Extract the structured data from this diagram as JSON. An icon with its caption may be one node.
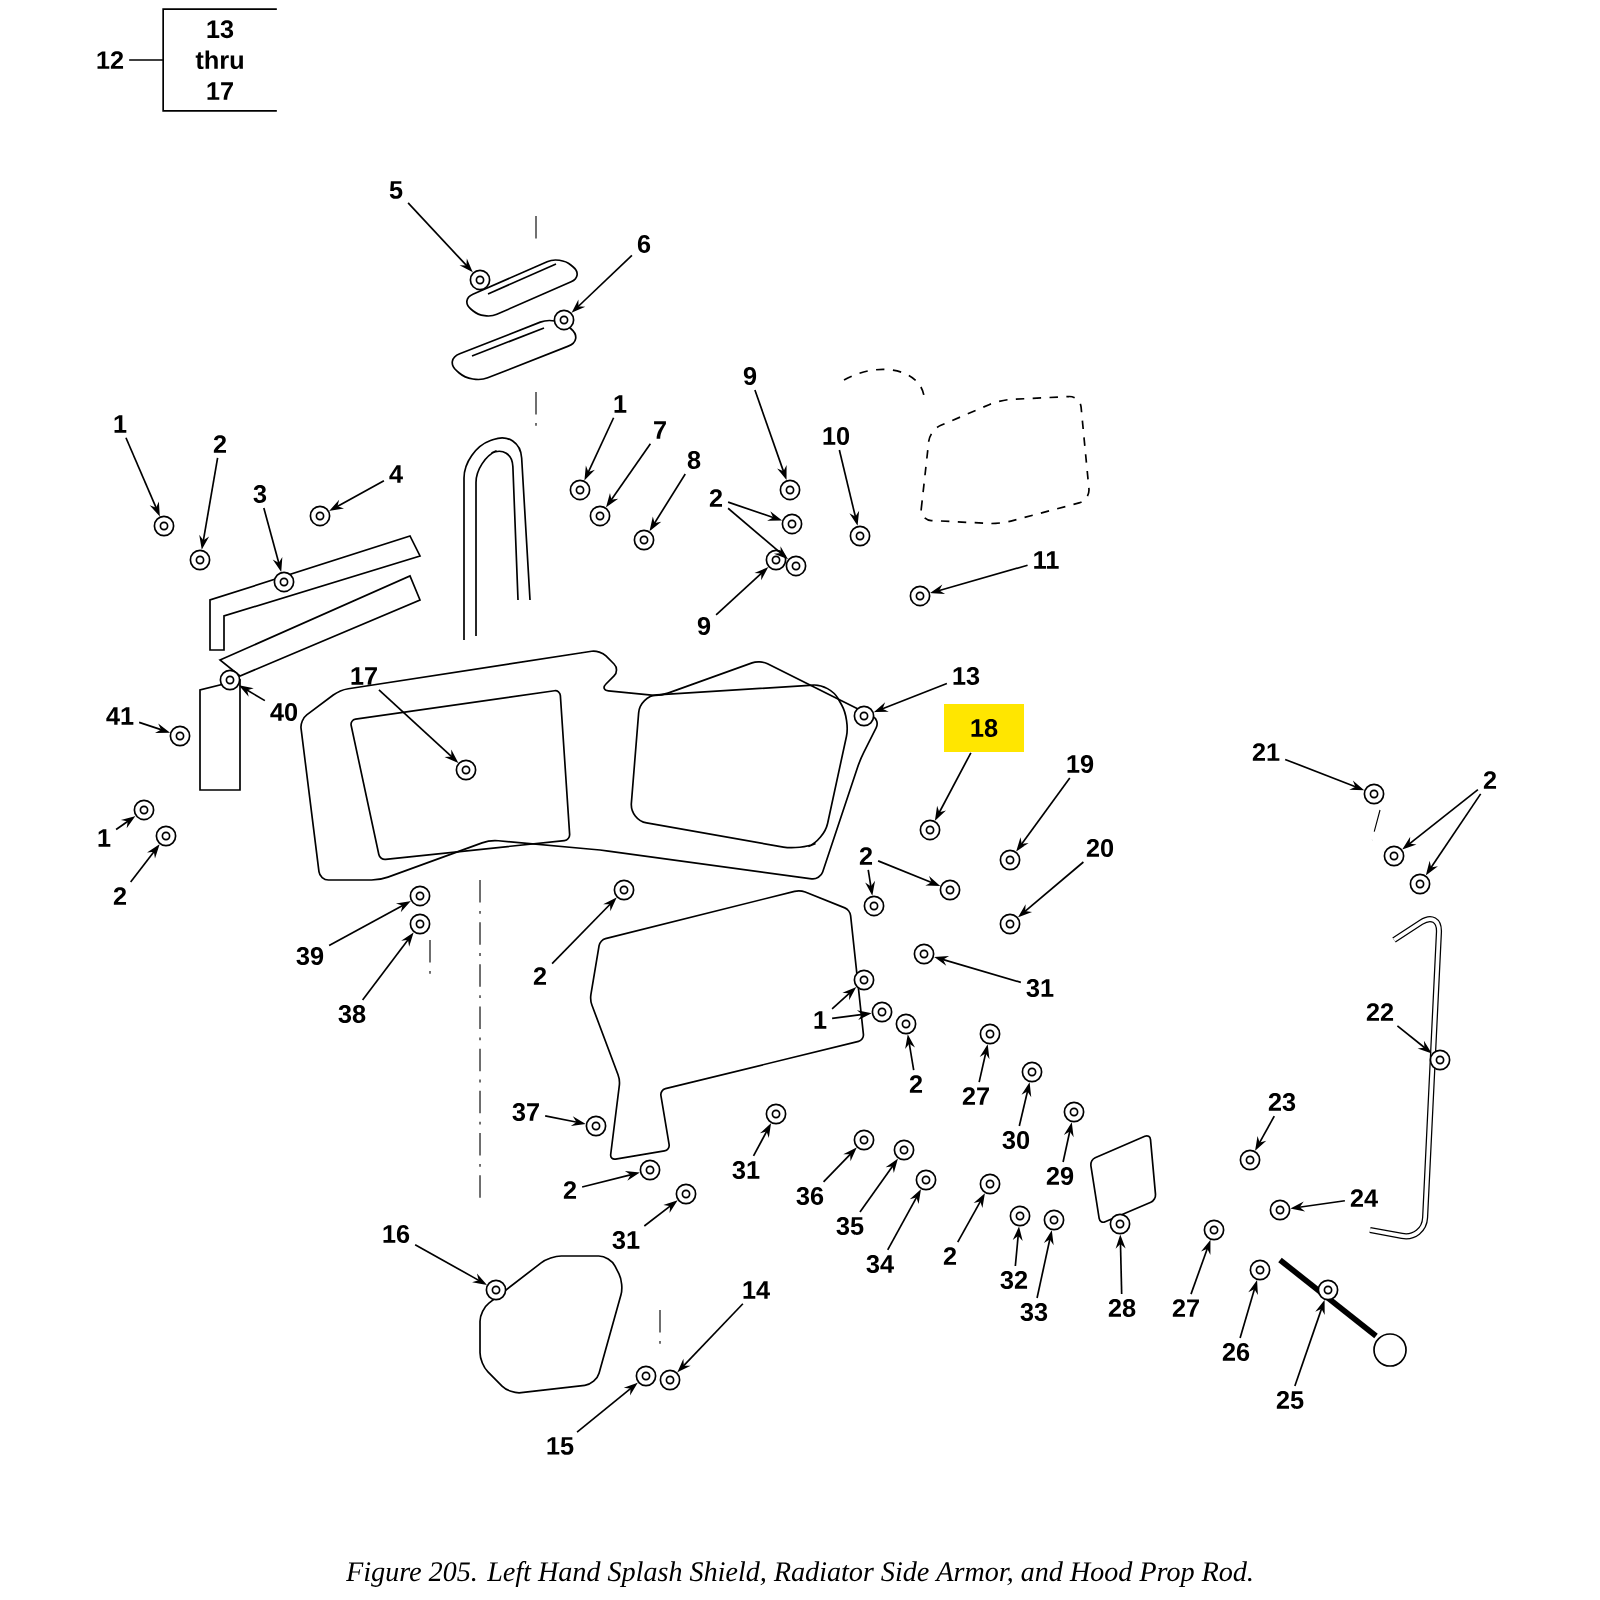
{
  "diagram": {
    "caption": "Figure 205.  Left Hand Splash Shield, Radiator Side Armor, and Hood Prop Rod.",
    "nodes": [
      {
        "text": [
          "12"
        ]
      },
      {
        "text": [
          "13 thru 17"
        ]
      },
      {
        "text": [
          "5"
        ]
      },
      {
        "text": [
          "6"
        ]
      },
      {
        "text": [
          "1"
        ]
      },
      {
        "text": [
          "2"
        ]
      },
      {
        "text": [
          "3"
        ]
      },
      {
        "text": [
          "4"
        ]
      },
      {
        "text": [
          "1"
        ]
      },
      {
        "text": [
          "7"
        ]
      },
      {
        "text": [
          "8"
        ]
      },
      {
        "text": [
          "9"
        ]
      },
      {
        "text": [
          "10"
        ]
      },
      {
        "text": [
          "2"
        ]
      },
      {
        "text": [
          "9"
        ]
      },
      {
        "text": [
          "11"
        ]
      },
      {
        "text": [
          "13"
        ]
      },
      {
        "text": [
          "17"
        ]
      },
      {
        "text": [
          "41"
        ]
      },
      {
        "text": [
          "40"
        ]
      },
      {
        "text": [
          "1"
        ]
      },
      {
        "text": [
          "2"
        ]
      },
      {
        "text": [
          "39"
        ]
      },
      {
        "text": [
          "38"
        ]
      },
      {
        "text": [
          "18"
        ]
      },
      {
        "text": [
          "19"
        ]
      },
      {
        "text": [
          "20"
        ]
      },
      {
        "text": [
          "2"
        ]
      },
      {
        "text": [
          "31"
        ]
      },
      {
        "text": [
          "2"
        ]
      },
      {
        "text": [
          "1"
        ]
      },
      {
        "text": [
          "2"
        ]
      },
      {
        "text": [
          "27"
        ]
      },
      {
        "text": [
          "30"
        ]
      },
      {
        "text": [
          "29"
        ]
      },
      {
        "text": [
          "37"
        ]
      },
      {
        "text": [
          "2"
        ]
      },
      {
        "text": [
          "31"
        ]
      },
      {
        "text": [
          "31"
        ]
      },
      {
        "text": [
          "36"
        ]
      },
      {
        "text": [
          "35"
        ]
      },
      {
        "text": [
          "34"
        ]
      },
      {
        "text": [
          "2"
        ]
      },
      {
        "text": [
          "32"
        ]
      },
      {
        "text": [
          "33"
        ]
      },
      {
        "text": [
          "28"
        ]
      },
      {
        "text": [
          "27"
        ]
      },
      {
        "text": [
          "23"
        ]
      },
      {
        "text": [
          "24"
        ]
      },
      {
        "text": [
          "26"
        ]
      },
      {
        "text": [
          "25"
        ]
      },
      {
        "text": [
          "22"
        ]
      },
      {
        "text": [
          "21"
        ]
      },
      {
        "text": [
          "2"
        ]
      },
      {
        "text": [
          "16"
        ]
      },
      {
        "text": [
          "14"
        ]
      },
      {
        "text": [
          "15"
        ]
      },
      {
        "text": [],
        "shape": "circle"
      },
      {
        "text": [],
        "shape": "circle"
      },
      {
        "text": [],
        "shape": "circle"
      },
      {
        "text": [],
        "shape": "circle"
      },
      {
        "text": [],
        "shape": "circle"
      },
      {
        "text": [],
        "shape": "circle"
      },
      {
        "text": [],
        "shape": "circle"
      },
      {
        "text": [],
        "shape": "circle"
      },
      {
        "text": [],
        "shape": "circle"
      },
      {
        "text": [],
        "shape": "circle"
      },
      {
        "text": [],
        "shape": "circle"
      },
      {
        "text": [],
        "shape": "circle"
      },
      {
        "text": [],
        "shape": "circle"
      },
      {
        "text": [],
        "shape": "circle"
      },
      {
        "text": [],
        "shape": "circle"
      },
      {
        "text": [],
        "shape": "circle"
      },
      {
        "text": [],
        "shape": "circle"
      },
      {
        "text": [],
        "shape": "circle"
      },
      {
        "text": [],
        "shape": "circle"
      },
      {
        "text": [],
        "shape": "circle"
      },
      {
        "text": [],
        "shape": "circle"
      },
      {
        "text": [],
        "shape": "circle"
      },
      {
        "text": [],
        "shape": "circle"
      },
      {
        "text": [],
        "shape": "circle"
      },
      {
        "text": [],
        "shape": "circle"
      },
      {
        "text": [],
        "shape": "circle"
      },
      {
        "text": [],
        "shape": "circle"
      },
      {
        "text": [],
        "shape": "circle"
      },
      {
        "text": [],
        "shape": "circle"
      },
      {
        "text": [],
        "shape": "circle"
      },
      {
        "text": [],
        "shape": "circle"
      },
      {
        "text": [],
        "shape": "circle"
      },
      {
        "text": [],
        "shape": "circle"
      },
      {
        "text": [],
        "shape": "circle"
      },
      {
        "text": [],
        "shape": "circle"
      },
      {
        "text": [],
        "shape": "circle"
      },
      {
        "text": [],
        "shape": "circle"
      },
      {
        "text": [],
        "shape": "circle"
      },
      {
        "text": [],
        "shape": "circle"
      },
      {
        "text": [],
        "shape": "circle"
      },
      {
        "text": [],
        "shape": "circle"
      },
      {
        "text": [],
        "shape": "circle"
      },
      {
        "text": [],
        "shape": "circle"
      },
      {
        "text": [],
        "shape": "circle"
      },
      {
        "text": [],
        "shape": "circle"
      },
      {
        "text": [],
        "shape": "circle"
      },
      {
        "text": [],
        "shape": "circle"
      },
      {
        "text": [],
        "shape": "circle"
      },
      {
        "text": [],
        "shape": "circle"
      },
      {
        "text": [],
        "shape": "circle"
      },
      {
        "text": [],
        "shape": "circle"
      },
      {
        "text": [],
        "shape": "circle"
      },
      {
        "text": [],
        "shape": "circle"
      },
      {
        "text": [],
        "shape": "circle"
      },
      {
        "text": [],
        "shape": "circle"
      },
      {
        "text": [],
        "shape": "circle"
      },
      {
        "text": [],
        "shape": "circle"
      },
      {
        "text": [],
        "shape": "circle"
      },
      {
        "text": [],
        "shape": "circle"
      }
    ],
    "edges": [
      {
        "from": 0,
        "to": 1,
        "arrow": "none"
      },
      {
        "from": 2,
        "to": 57,
        "arrow": "to"
      },
      {
        "from": 3,
        "to": 58,
        "arrow": "to"
      },
      {
        "from": 4,
        "to": 59,
        "arrow": "to"
      },
      {
        "from": 5,
        "to": 60,
        "arrow": "to"
      },
      {
        "from": 6,
        "to": 61,
        "arrow": "to"
      },
      {
        "from": 7,
        "to": 62,
        "arrow": "to"
      },
      {
        "from": 8,
        "to": 63,
        "arrow": "to"
      },
      {
        "from": 9,
        "to": 64,
        "arrow": "to"
      },
      {
        "from": 10,
        "to": 65,
        "arrow": "to"
      },
      {
        "from": 11,
        "to": 66,
        "arrow": "to"
      },
      {
        "from": 12,
        "to": 67,
        "arrow": "to"
      },
      {
        "from": 13,
        "to": 68,
        "arrow": "to"
      },
      {
        "from": 13,
        "to": 69,
        "arrow": "to"
      },
      {
        "from": 14,
        "to": 70,
        "arrow": "to"
      },
      {
        "from": 15,
        "to": 71,
        "arrow": "to"
      },
      {
        "from": 16,
        "to": 72,
        "arrow": "to"
      },
      {
        "from": 17,
        "to": 73,
        "arrow": "to"
      },
      {
        "from": 18,
        "to": 74,
        "arrow": "to"
      },
      {
        "from": 19,
        "to": 75,
        "arrow": "to"
      },
      {
        "from": 20,
        "to": 76,
        "arrow": "to"
      },
      {
        "from": 21,
        "to": 77,
        "arrow": "to"
      },
      {
        "from": 22,
        "to": 78,
        "arrow": "to"
      },
      {
        "from": 23,
        "to": 79,
        "arrow": "to"
      },
      {
        "from": 24,
        "to": 80,
        "arrow": "to"
      },
      {
        "from": 25,
        "to": 81,
        "arrow": "to"
      },
      {
        "from": 26,
        "to": 82,
        "arrow": "to"
      },
      {
        "from": 27,
        "to": 83,
        "arrow": "to"
      },
      {
        "from": 27,
        "to": 84,
        "arrow": "to"
      },
      {
        "from": 28,
        "to": 85,
        "arrow": "to"
      },
      {
        "from": 29,
        "to": 86,
        "arrow": "to"
      },
      {
        "from": 30,
        "to": 87,
        "arrow": "to"
      },
      {
        "from": 30,
        "to": 88,
        "arrow": "to"
      },
      {
        "from": 31,
        "to": 89,
        "arrow": "to"
      },
      {
        "from": 32,
        "to": 90,
        "arrow": "to"
      },
      {
        "from": 33,
        "to": 91,
        "arrow": "to"
      },
      {
        "from": 34,
        "to": 92,
        "arrow": "to"
      },
      {
        "from": 35,
        "to": 93,
        "arrow": "to"
      },
      {
        "from": 36,
        "to": 94,
        "arrow": "to"
      },
      {
        "from": 37,
        "to": 95,
        "arrow": "to"
      },
      {
        "from": 38,
        "to": 96,
        "arrow": "to"
      },
      {
        "from": 39,
        "to": 97,
        "arrow": "to"
      },
      {
        "from": 40,
        "to": 98,
        "arrow": "to"
      },
      {
        "from": 41,
        "to": 99,
        "arrow": "to"
      },
      {
        "from": 42,
        "to": 100,
        "arrow": "to"
      },
      {
        "from": 43,
        "to": 101,
        "arrow": "to"
      },
      {
        "from": 44,
        "to": 102,
        "arrow": "to"
      },
      {
        "from": 45,
        "to": 103,
        "arrow": "to"
      },
      {
        "from": 46,
        "to": 104,
        "arrow": "to"
      },
      {
        "from": 47,
        "to": 105,
        "arrow": "to"
      },
      {
        "from": 48,
        "to": 106,
        "arrow": "to"
      },
      {
        "from": 49,
        "to": 107,
        "arrow": "to"
      },
      {
        "from": 50,
        "to": 108,
        "arrow": "to"
      },
      {
        "from": 51,
        "to": 109,
        "arrow": "to"
      },
      {
        "from": 52,
        "to": 110,
        "arrow": "to"
      },
      {
        "from": 53,
        "to": 111,
        "arrow": "to"
      },
      {
        "from": 53,
        "to": 112,
        "arrow": "to"
      },
      {
        "from": 54,
        "to": 113,
        "arrow": "to"
      },
      {
        "from": 55,
        "to": 114,
        "arrow": "to"
      },
      {
        "from": 56,
        "to": 115,
        "arrow": "to"
      }
    ]
  }
}
